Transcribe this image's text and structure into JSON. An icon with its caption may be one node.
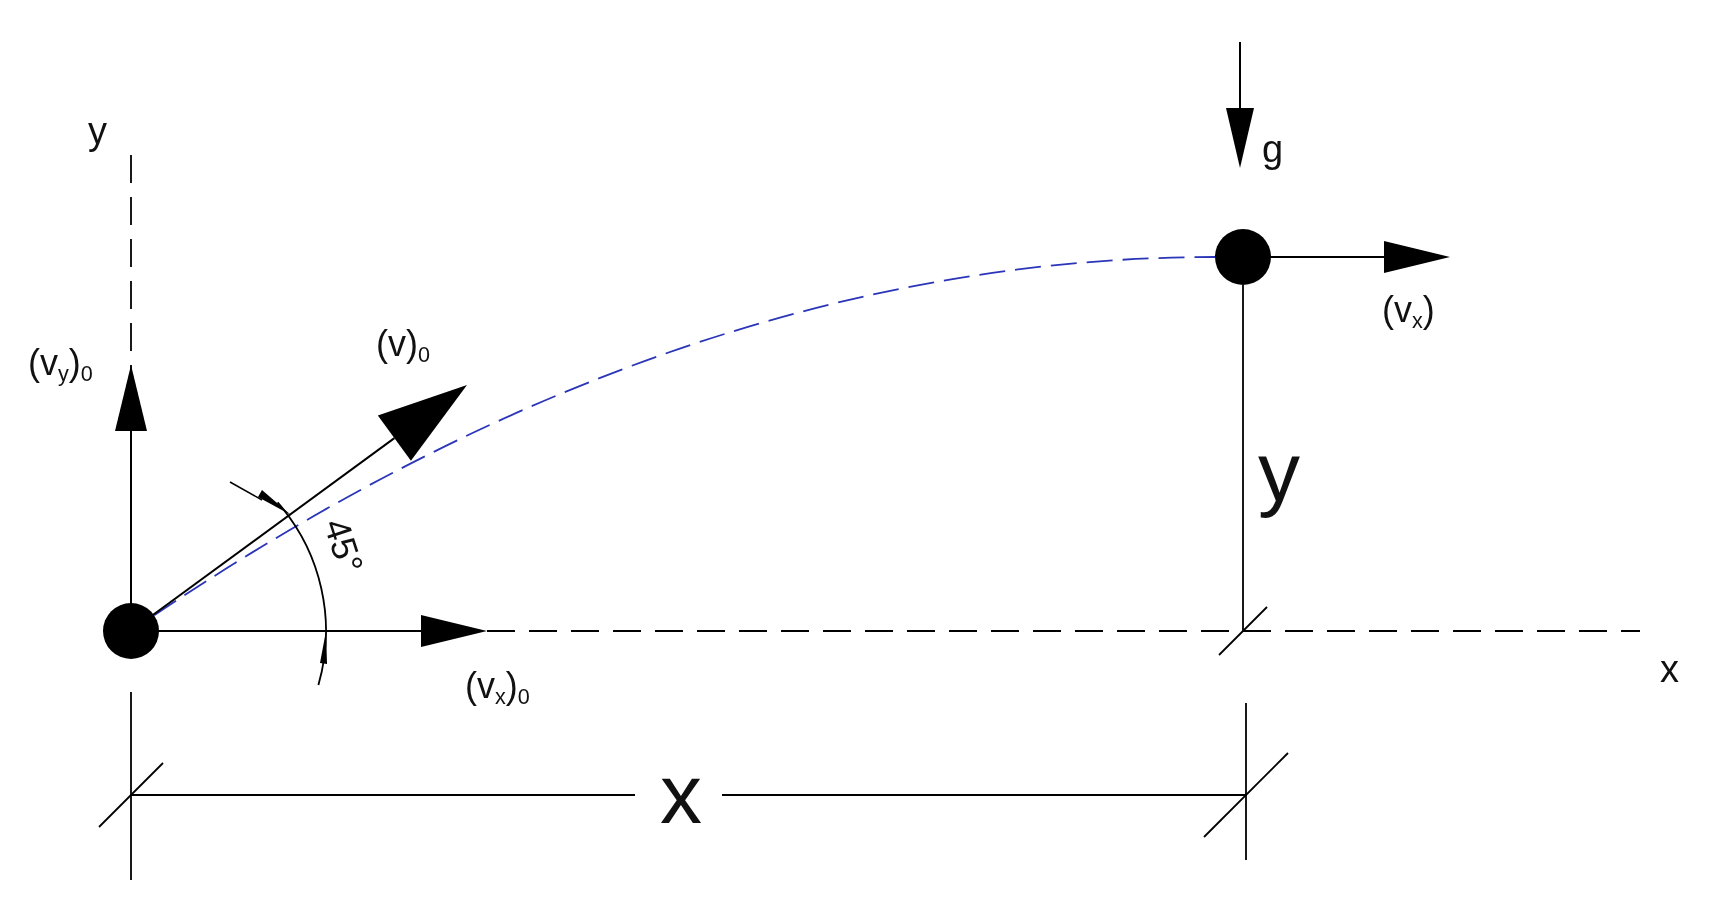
{
  "diagram": {
    "nodes": [
      {
        "text": [],
        "shape": "circle"
      },
      {
        "text": [],
        "shape": "circle"
      }
    ],
    "edges": [
      {
        "from": 0,
        "to": 1,
        "arrow": "none",
        "style": "dashed",
        "color": "#2a35b8"
      }
    ],
    "labels": [
      "y",
      "g",
      "(v$_{y}$)$_{0}$",
      "(v)$_{0}$",
      "(v$_{x}$)",
      "y",
      "45°",
      "(v$_{x}$)$_{0}$",
      "x",
      "x"
    ]
  }
}
